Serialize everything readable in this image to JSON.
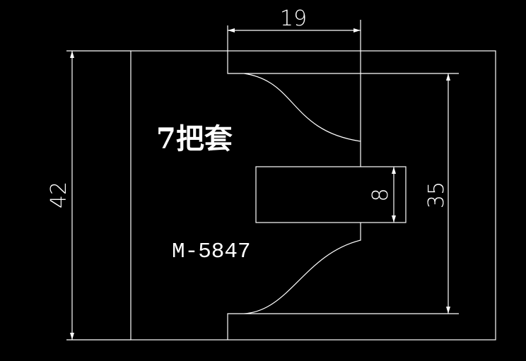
{
  "drawing": {
    "label": "7把套",
    "part_code": "M-5847",
    "dimensions": {
      "width_top": "19",
      "height_overall": "42",
      "height_inner": "35",
      "slot_height": "8"
    }
  },
  "colors": {
    "background": "#000000",
    "line": "#ffffff"
  }
}
